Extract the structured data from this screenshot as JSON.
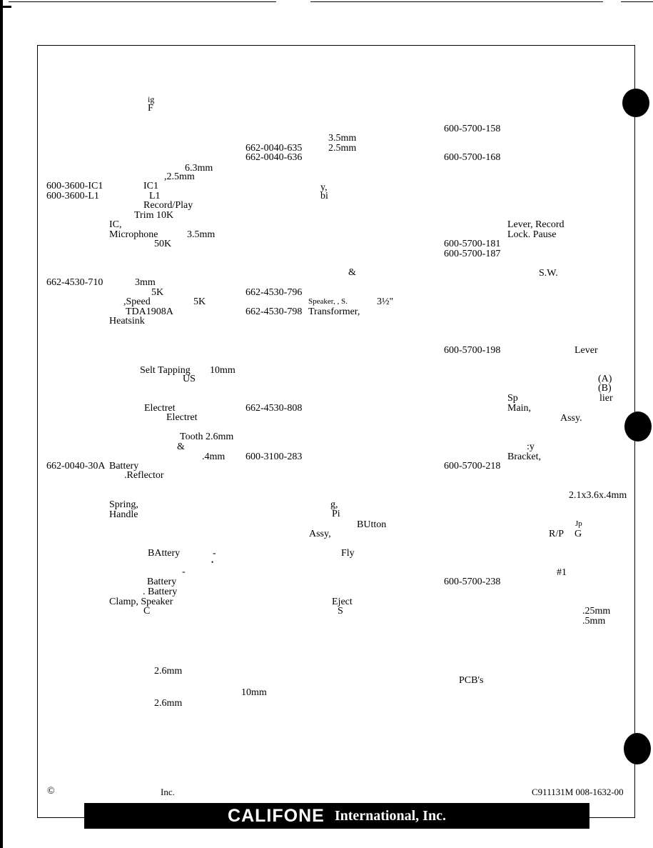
{
  "left_col": {
    "frag_1": "ig",
    "frag_2": "F",
    "t_63mm": "6.3mm",
    "t_25mm": ",2.5mm",
    "part_ic1": "600-3600-IC1",
    "desc_ic1": "IC1",
    "part_l1": "600-3600-L1",
    "desc_l1": "L1",
    "record_play": "Record/Play",
    "trim": "Trim 10K",
    "ic": "IC,",
    "microphone": "Microphone",
    "mic_35": "3.5mm",
    "pot_50k": "50K",
    "part_710": "662-4530-710",
    "t_3mm": "3mm",
    "pot_5k": "5K",
    "speed": ",Speed",
    "speed_5k": "5K",
    "tda": "TDA1908A",
    "heatsink": "Heatsink",
    "self_tapping": "Selt Tapping",
    "self_10mm": "10mm",
    "us": "US",
    "electret_1": "Electret",
    "electret_2": "Electret",
    "tooth": "Tooth 2.6mm",
    "amp": "&",
    "t_4mm": ".4mm",
    "part_30a": "662-0040-30A",
    "battery": "Battery",
    "reflector": ".Reflector",
    "spring": "Spring,",
    "handle": "Handle",
    "battery_caps": "BAttery",
    "dash": "-",
    "dot": "•",
    "dash_2": "-",
    "battery_2": "Battery",
    "battery_3": ". Battery",
    "clamp": "Clamp, Speaker",
    "c": "C",
    "t_26mm_1": "2.6mm",
    "t_10mm": "10mm",
    "t_26mm_2": "2.6mm"
  },
  "mid_col": {
    "part_635": "662-0040-635",
    "part_636": "662-0040-636",
    "jack_35": "3.5mm",
    "jack_25": "2.5mm",
    "frag_y": "y,",
    "frag_bi": "bi",
    "amp": "&",
    "part_796": "662-4530-796",
    "speaker": "Speaker, , S.",
    "speaker_size": "3½\"",
    "part_798": "662-4530-798",
    "transformer": "Transformer,",
    "part_808": "662-4530-808",
    "part_283": "600-3100-283",
    "frag_g": "g,",
    "frag_pi": "Pi",
    "button": "BUtton",
    "assy": "Assy,",
    "fly": "Fly",
    "eject": "Eject",
    "s": "S"
  },
  "right_col": {
    "part_158": "600-5700-158",
    "part_168": "600-5700-168",
    "lever_record": "Lever, Record",
    "lock_pause": "Lock. Pause",
    "part_181": "600-5700-181",
    "part_187": "600-5700-187",
    "sw": "S.W.",
    "part_198": "600-5700-198",
    "lever": "Lever",
    "a": "(A)",
    "b": "(B)",
    "sp": "Sp",
    "lier": "lier",
    "main": "Main,",
    "assy": "Assy.",
    "y": ":y",
    "bracket": "Bracket,",
    "part_218": "600-5700-218",
    "dims": "2.1x3.6x.4mm",
    "jp": "Jp",
    "rp": "R/P",
    "g": "G",
    "num1": "#1",
    "part_238": "600-5700-238",
    "t_25mm": ".25mm",
    "t_5mm": ".5mm",
    "pcbs": "PCB's"
  },
  "footer": {
    "copyright": "©",
    "inc": "Inc.",
    "doc_code": "C911131M 008-1632-00",
    "brand": "CALIFONE",
    "brand_rest": "International, Inc."
  }
}
